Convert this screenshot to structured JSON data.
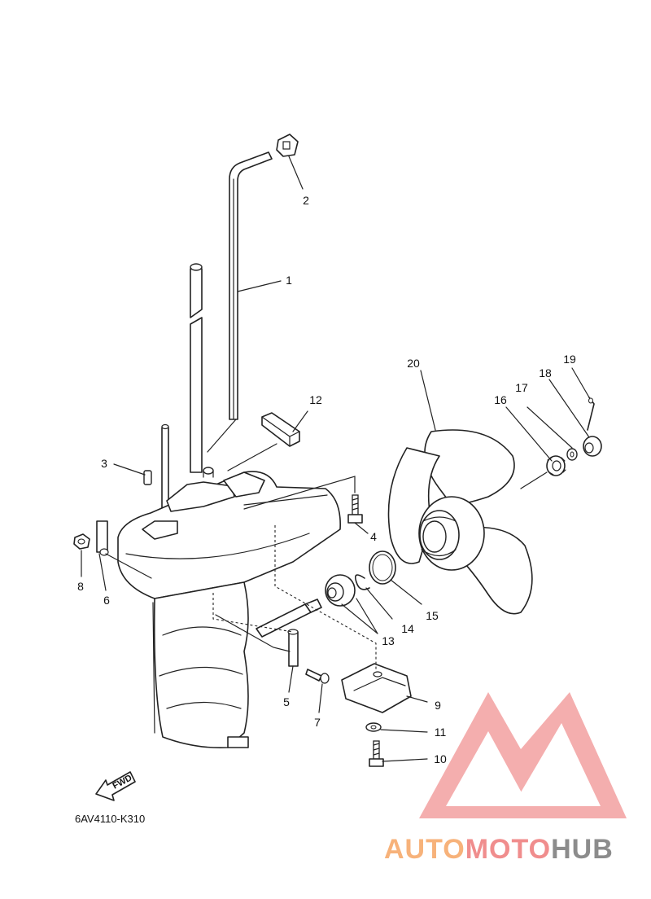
{
  "diagram": {
    "code": "6AV4110-K310",
    "direction_label": "FWD",
    "callouts": [
      "1",
      "2",
      "3",
      "4",
      "5",
      "6",
      "7",
      "8",
      "9",
      "10",
      "11",
      "12",
      "13",
      "14",
      "15",
      "16",
      "17",
      "18",
      "19",
      "20"
    ]
  },
  "watermark": {
    "part1": "AUTO",
    "part2": "MOTO",
    "part3": "HUB",
    "colors": {
      "part1": "#f7b27a",
      "part2": "#f08d8d",
      "part3": "#8c8c8c",
      "logo": "#f3a0a0"
    }
  }
}
